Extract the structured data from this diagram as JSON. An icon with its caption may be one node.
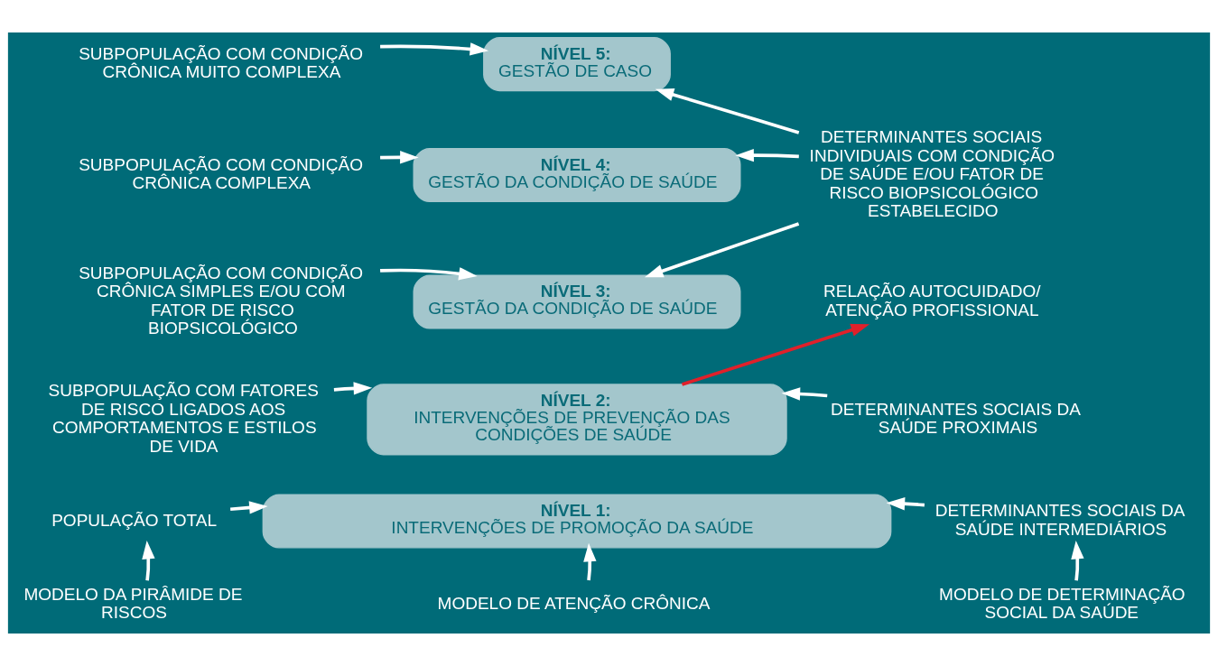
{
  "diagram": {
    "nodes": [
      {
        "text": [
          "NÍVEL 5:",
          "GESTÃO DE CASO"
        ]
      },
      {
        "text": [
          "NÍVEL 4:",
          "GESTÃO DA CONDIÇÃO DE SAÚDE"
        ]
      },
      {
        "text": [
          "NÍVEL 3:",
          "GESTÃO DA CONDIÇÃO DE SAÚDE"
        ]
      },
      {
        "text": [
          "NÍVEL 2:",
          "INTERVENÇÕES DE PREVENÇÃO DAS CONDIÇÕES DE SAÚDE"
        ]
      },
      {
        "text": [
          "NÍVEL 1:",
          "INTERVENÇÕES DE PROMOÇÃO DA SAÚDE"
        ]
      },
      {
        "text": [
          "SUBPOPULAÇÃO COM CONDIÇÃO CRÔNICA MUITO COMPLEXA"
        ]
      },
      {
        "text": [
          "SUBPOPULAÇÃO COM CONDIÇÃO CRÔNICA COMPLEXA"
        ]
      },
      {
        "text": [
          "SUBPOPULAÇÃO COM CONDIÇÃO CRÔNICA SIMPLES E/OU COM FATOR DE RISCO BIOPSICOLÓGICO"
        ]
      },
      {
        "text": [
          "SUBPOPULAÇÃO COM FATORES DE RISCO LIGADOS AOS COMPORTAMENTOS E ESTILOS DE VIDA"
        ]
      },
      {
        "text": [
          "POPULAÇÃO TOTAL"
        ]
      },
      {
        "text": [
          "DETERMINANTES SOCIAIS INDIVIDUAIS COM CONDIÇÃO DE SAÚDE E/OU FATOR DE RISCO BIOPSICOLÓGICO ESTABELECIDO"
        ]
      },
      {
        "text": [
          "RELAÇÃO AUTOCUIDADO/ ATENÇÃO PROFISSIONAL"
        ]
      },
      {
        "text": [
          "DETERMINANTES SOCIAIS DA SAÚDE PROXIMAIS"
        ]
      },
      {
        "text": [
          "DETERMINANTES SOCIAIS DA SAÚDE INTERMEDIÁRIOS"
        ]
      },
      {
        "text": [
          "MODELO DA PIRÂMIDE DE RISCOS"
        ]
      },
      {
        "text": [
          "MODELO DE ATENÇÃO CRÔNICA"
        ]
      },
      {
        "text": [
          "MODELO DE DETERMINAÇÃO SOCIAL DA SAÚDE"
        ]
      }
    ],
    "edges": [
      {
        "from": 5,
        "to": 0,
        "arrow": "to"
      },
      {
        "from": 6,
        "to": 1,
        "arrow": "to"
      },
      {
        "from": 7,
        "to": 2,
        "arrow": "to"
      },
      {
        "from": 8,
        "to": 3,
        "arrow": "to"
      },
      {
        "from": 9,
        "to": 4,
        "arrow": "to"
      },
      {
        "from": 10,
        "to": 0,
        "arrow": "to"
      },
      {
        "from": 10,
        "to": 1,
        "arrow": "to"
      },
      {
        "from": 10,
        "to": 2,
        "arrow": "to"
      },
      {
        "from": 3,
        "to": 11,
        "arrow": "to",
        "color": "#e0202a"
      },
      {
        "from": 12,
        "to": 3,
        "arrow": "to"
      },
      {
        "from": 13,
        "to": 4,
        "arrow": "to"
      },
      {
        "from": 14,
        "to": 9,
        "arrow": "to"
      },
      {
        "from": 15,
        "to": 4,
        "arrow": "to"
      },
      {
        "from": 16,
        "to": 13,
        "arrow": "to"
      }
    ]
  }
}
